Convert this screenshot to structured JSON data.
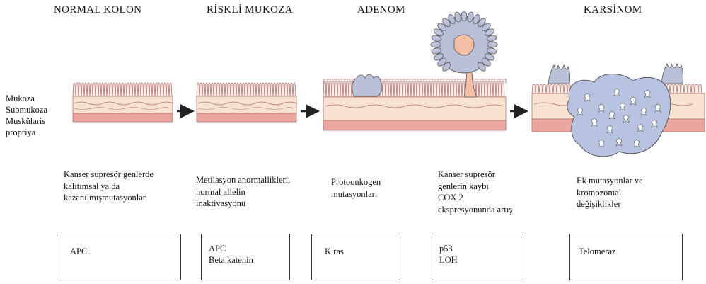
{
  "stages": [
    {
      "title": "NORMAL KOLON",
      "description": [
        "Kanser supresör genlerde",
        "kalıtımsal ya da",
        "kazanılmışmutasyonlar"
      ],
      "genes": [
        "APC"
      ]
    },
    {
      "title": "RİSKLİ MUKOZA",
      "description": [
        "Metilasyon anormallikleri,",
        "normal allelin",
        "inaktivasyonu"
      ],
      "genes": [
        "APC",
        "Beta katenin"
      ]
    },
    {
      "title": "ADENOM",
      "description": [
        "Protoonkogen",
        "mutasyonları"
      ],
      "genes": [
        "K ras"
      ]
    },
    {
      "title": "",
      "description": [
        "Kanser supresör",
        "genlerin kaybı",
        "COX 2",
        "ekspresyonunda artış"
      ],
      "genes": [
        "p53",
        "LOH"
      ]
    },
    {
      "title": "KARSİNOM",
      "description": [
        "Ek mutasyonlar ve",
        "kromozomal",
        "değişiklikler"
      ],
      "genes": [
        "Telomeraz"
      ]
    }
  ],
  "layers": [
    "Mukoza",
    "Submukoza",
    "Muskülaris",
    "propriya"
  ],
  "colors": {
    "mucosa_outline": "#b07070",
    "submucosa_fill": "#f7e3cf",
    "muscularis_fill": "#eca6a0",
    "adenoma_fill": "#b9c0d8",
    "tumor_fill": "#b7c3e0",
    "tumor_core": "#f4bfa5",
    "arrow": "#222222"
  }
}
